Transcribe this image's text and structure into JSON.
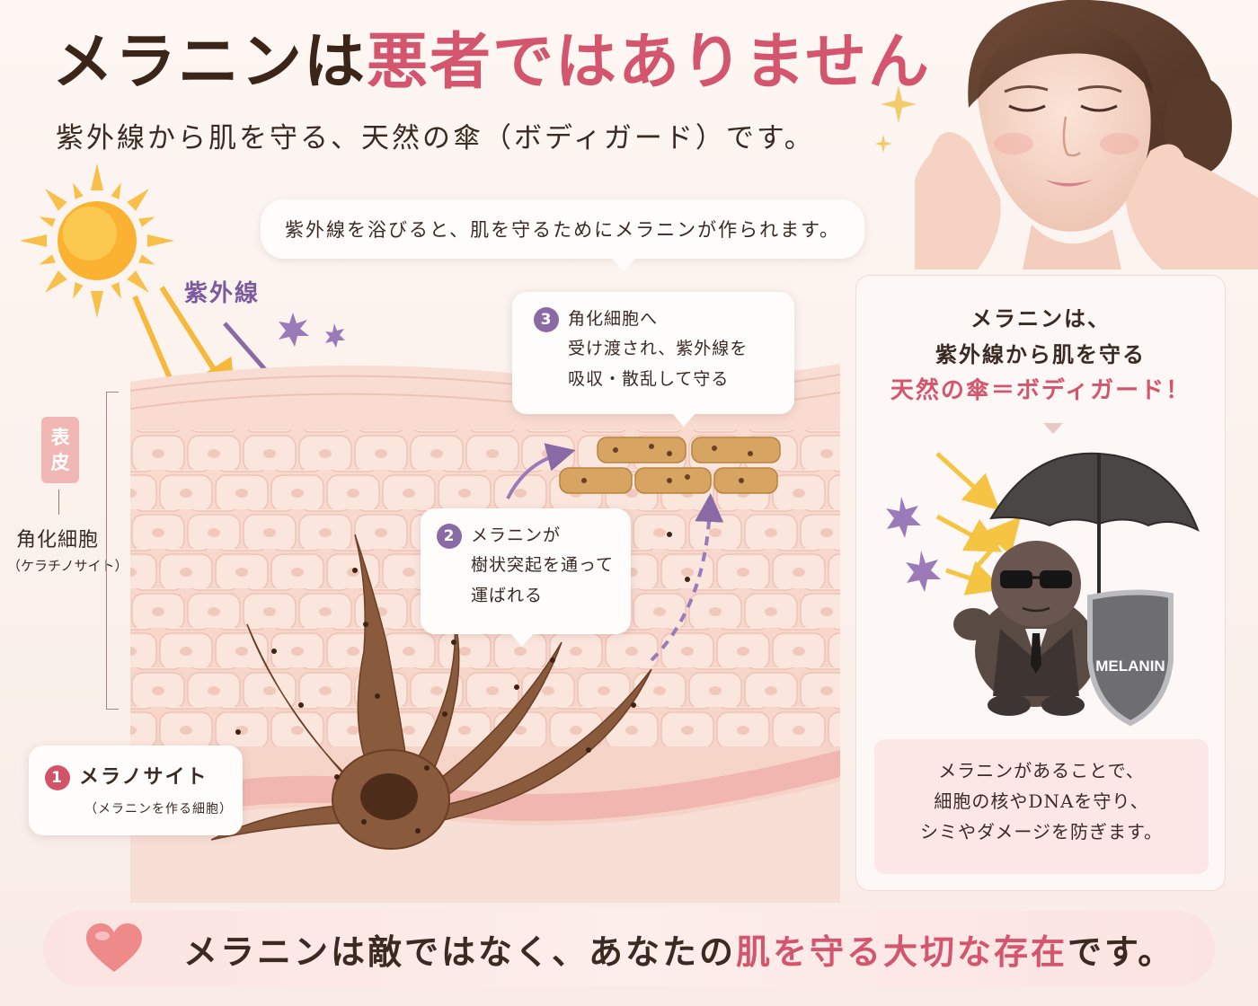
{
  "title": {
    "part1": "メラニンは",
    "part2": "悪者ではありません"
  },
  "subtitle": "紫外線から肌を守る、天然の傘（ボディガード）です。",
  "bubble_top": "紫外線を浴びると、肌を守るためにメラニンが作られます。",
  "uv_label": "紫外線",
  "epidermis": {
    "tag_line1": "表",
    "tag_line2": "皮",
    "keratinocyte": "角化細胞",
    "keratinocyte_sub": "（ケラチノサイト）"
  },
  "callouts": {
    "step3": {
      "num": "3",
      "line1": "角化細胞へ",
      "line2": "受け渡され、紫外線を",
      "line3": "吸収・散乱して守る"
    },
    "step2": {
      "num": "2",
      "line1": "メラニンが",
      "line2": "樹状突起を通って",
      "line3": "運ばれる"
    },
    "step1": {
      "num": "1",
      "title": "メラノサイト",
      "sub": "（メラニンを作る細胞）"
    }
  },
  "panel": {
    "line1": "メラニンは、",
    "line2": "紫外線から肌を守る",
    "line3": "天然の傘＝ボディガード！",
    "shield_text": "MELANIN",
    "note1": "メラニンがあることで、",
    "note2": "細胞の核やDNAを守り、",
    "note3": "シミやダメージを防ぎます。"
  },
  "banner": {
    "part1": "メラニンは敵ではなく、あなたの",
    "part2": "肌を守る大切な存在",
    "part3": "です。"
  },
  "colors": {
    "accent_pink": "#d4566e",
    "uv_purple": "#8a6aa5",
    "sun_orange": "#f6b93b",
    "melanin_brown": "#8a5a3c"
  }
}
